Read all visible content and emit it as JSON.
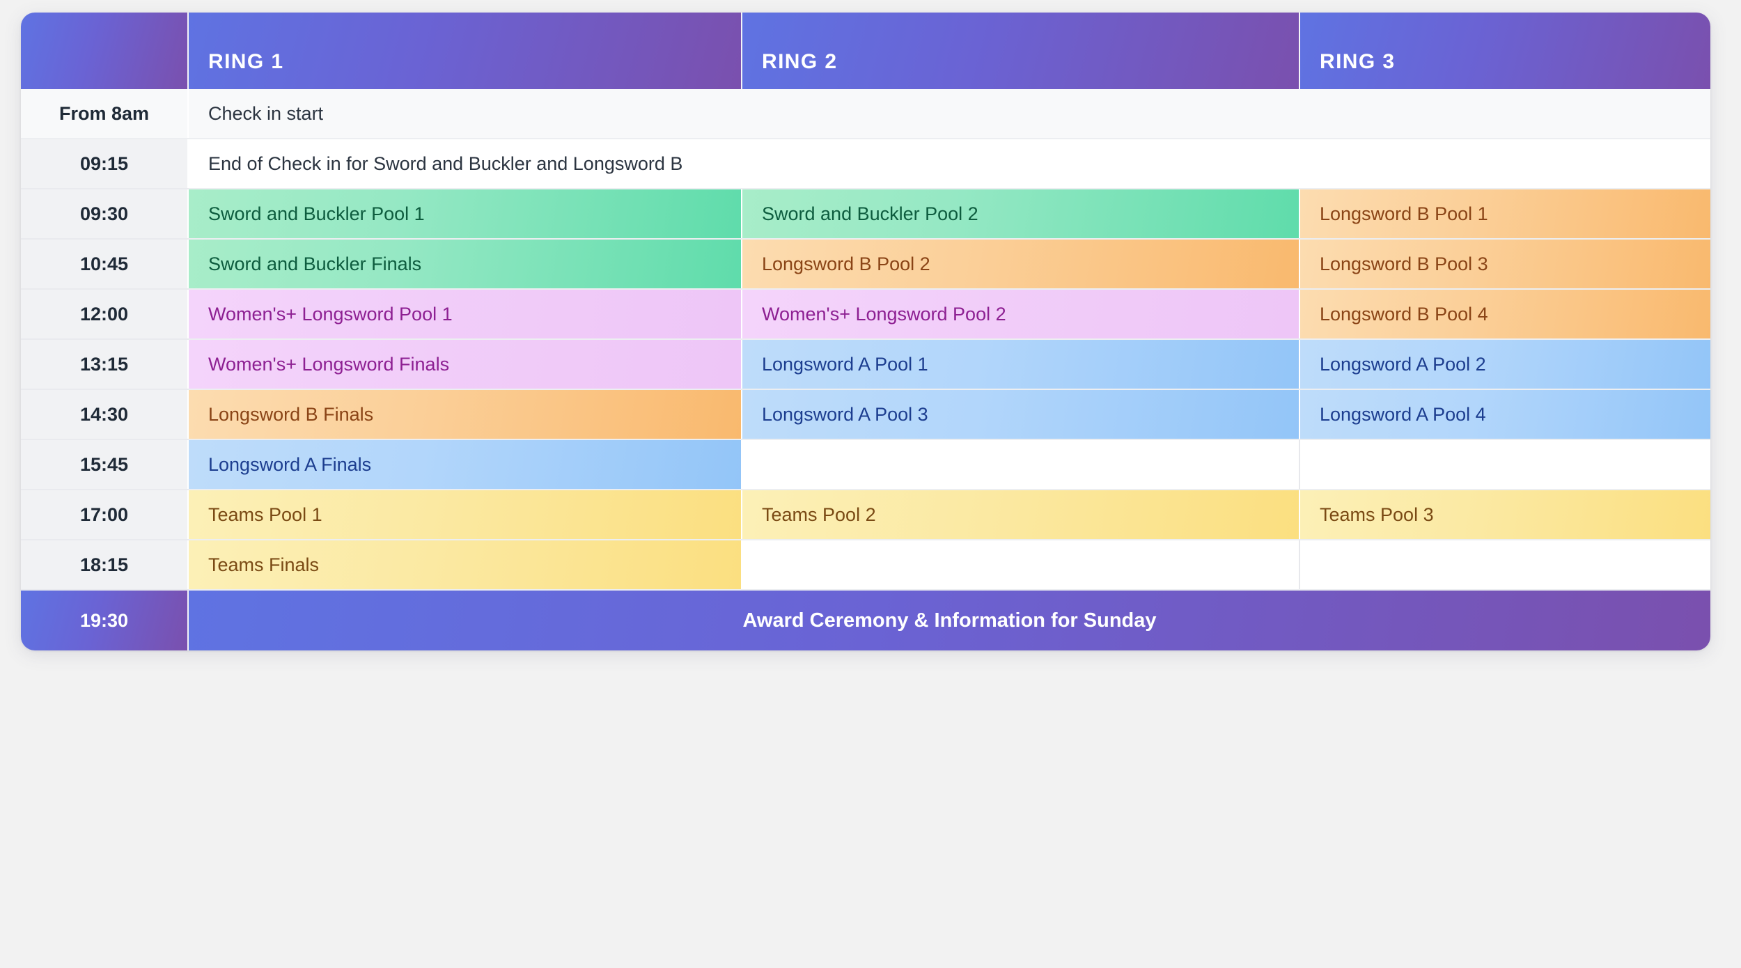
{
  "table": {
    "columns": [
      "",
      "RING 1",
      "RING 2",
      "RING 3"
    ],
    "header": {
      "time_label": "",
      "ring1": "RING 1",
      "ring2": "RING 2",
      "ring3": "RING 3"
    },
    "rows": [
      {
        "time": "From 8am",
        "kind": "span-all",
        "text": "Check in start",
        "category": "checkin"
      },
      {
        "time": "09:15",
        "kind": "span-all",
        "text": "End of Check in for Sword and Buckler and Longsword B",
        "category": "plain"
      },
      {
        "time": "09:30",
        "kind": "cells",
        "cells": [
          {
            "text": "Sword and Buckler Pool 1",
            "category": "green"
          },
          {
            "text": "Sword and Buckler Pool 2",
            "category": "green"
          },
          {
            "text": "Longsword B Pool 1",
            "category": "orange"
          }
        ]
      },
      {
        "time": "10:45",
        "kind": "cells",
        "cells": [
          {
            "text": "Sword and Buckler Finals",
            "category": "green"
          },
          {
            "text": "Longsword B Pool 2",
            "category": "orange"
          },
          {
            "text": "Longsword B Pool 3",
            "category": "orange"
          }
        ]
      },
      {
        "time": "12:00",
        "kind": "cells",
        "cells": [
          {
            "text": "Women's+ Longsword Pool 1",
            "category": "pink"
          },
          {
            "text": "Women's+ Longsword Pool 2",
            "category": "pink"
          },
          {
            "text": "Longsword B Pool 4",
            "category": "orange"
          }
        ]
      },
      {
        "time": "13:15",
        "kind": "cells",
        "cells": [
          {
            "text": "Women's+ Longsword Finals",
            "category": "pink"
          },
          {
            "text": "Longsword A Pool 1",
            "category": "blue"
          },
          {
            "text": "Longsword A Pool 2",
            "category": "blue"
          }
        ]
      },
      {
        "time": "14:30",
        "kind": "cells",
        "cells": [
          {
            "text": "Longsword B Finals",
            "category": "orange"
          },
          {
            "text": "Longsword A Pool 3",
            "category": "blue"
          },
          {
            "text": "Longsword A Pool 4",
            "category": "blue"
          }
        ]
      },
      {
        "time": "15:45",
        "kind": "cells",
        "cells": [
          {
            "text": "Longsword A Finals",
            "category": "blue"
          },
          {
            "text": "",
            "category": "empty"
          },
          {
            "text": "",
            "category": "empty"
          }
        ]
      },
      {
        "time": "17:00",
        "kind": "cells",
        "cells": [
          {
            "text": "Teams Pool 1",
            "category": "yellow"
          },
          {
            "text": "Teams Pool 2",
            "category": "yellow"
          },
          {
            "text": "Teams Pool 3",
            "category": "yellow"
          }
        ]
      },
      {
        "time": "18:15",
        "kind": "cells",
        "cells": [
          {
            "text": "Teams Finals",
            "category": "yellow"
          },
          {
            "text": "",
            "category": "empty"
          },
          {
            "text": "",
            "category": "empty"
          }
        ]
      }
    ],
    "footer": {
      "time": "19:30",
      "text": "Award Ceremony & Information for Sunday"
    }
  },
  "colors": {
    "header_gradient_start": "#5f73e2",
    "header_gradient_end": "#7a50ae",
    "green_bg_start": "#a8edc9",
    "green_bg_end": "#5fdcab",
    "green_text": "#0d5c3e",
    "orange_bg_start": "#fcdcb0",
    "orange_bg_end": "#f9b96e",
    "orange_text": "#8a4416",
    "pink_bg_start": "#f4d4fb",
    "pink_bg_end": "#eec6f7",
    "pink_text": "#8d1f92",
    "blue_bg_start": "#bedcfa",
    "blue_bg_end": "#93c5f8",
    "blue_text": "#1c3d8f",
    "yellow_bg_start": "#fcf0b7",
    "yellow_bg_end": "#fbdf80",
    "yellow_text": "#7a4a14",
    "time_cell_bg": "#f1f2f4",
    "time_text": "#1f2a37",
    "page_bg": "#f2f2f2"
  }
}
